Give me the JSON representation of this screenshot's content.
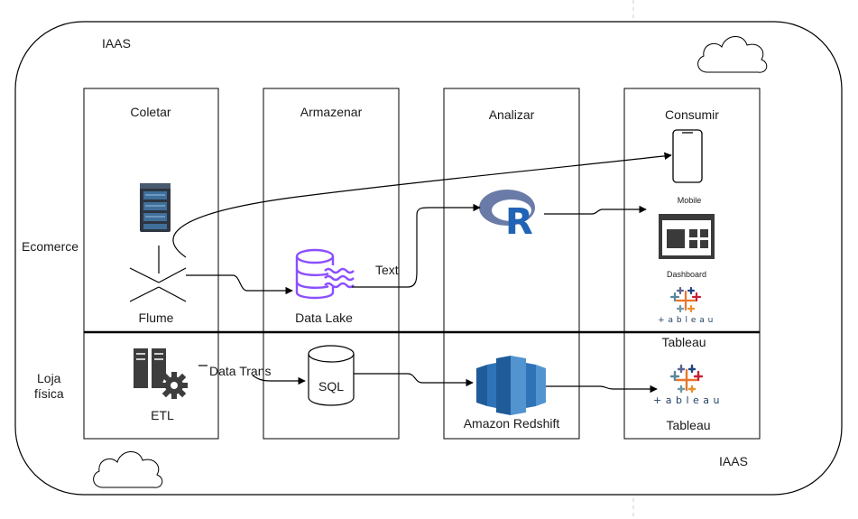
{
  "labels": {
    "iaas_top": "IAAS",
    "iaas_bottom": "IAAS",
    "ecomerce": "Ecomerce",
    "loja_line1": "Loja",
    "loja_line2": "física"
  },
  "columns": {
    "coletar": "Coletar",
    "armazenar": "Armazenar",
    "analizar": "Analizar",
    "consumir": "Consumir"
  },
  "nodes": {
    "flume": "Flume",
    "data_lake": "Data Lake",
    "text_edge": "Text",
    "mobile": "Mobile",
    "dashboard": "Dashboard",
    "tableau_top": "Tableau",
    "etl": "ETL",
    "data_trans_edge": "Data Trans",
    "sql": "SQL",
    "redshift": "Amazon Redshift",
    "tableau_bottom": "Tableau",
    "tableau_logo_text": "+ a b l e a u",
    "r_letter": "R"
  }
}
